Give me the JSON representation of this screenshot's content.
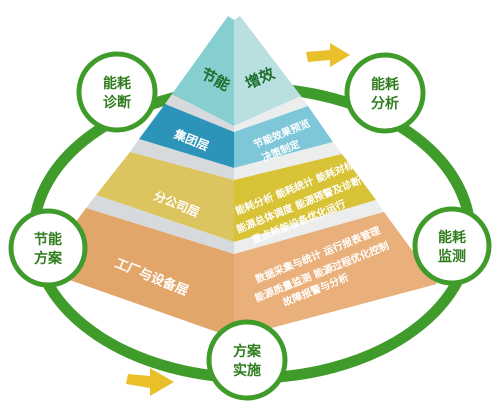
{
  "cycle_nodes": {
    "diagnosis": [
      "能耗",
      "诊断"
    ],
    "analysis": [
      "能耗",
      "分析"
    ],
    "plan": [
      "节能",
      "方案"
    ],
    "monitoring": [
      "能耗",
      "监测"
    ],
    "implementation": [
      "方案",
      "实施"
    ]
  },
  "pyramid": {
    "apex": {
      "left": "节能",
      "right": "增效"
    },
    "group": {
      "label": "集团层",
      "items": [
        "节能效果预览",
        "决策制定"
      ]
    },
    "branch": {
      "label": "分公司层",
      "items": [
        "能耗分析 能耗统计 能耗对标",
        "能源总体调度 能源预警及诊断",
        "重点耗能设备优化运行"
      ]
    },
    "plant": {
      "label": "工厂与设备层",
      "items": [
        "数据采集与统计 运行报表管理",
        "能源质量监测 能源过程优化控制",
        "故障报警与分析"
      ]
    }
  },
  "colors": {
    "ring": "#3f9b2a",
    "arrow": "#e9c02a",
    "apex_left": "#86cfd0",
    "apex_right": "#b9dfe0",
    "group_left": "#2c94b8",
    "group_right": "#7ec7d9",
    "branch_left": "#dcc55e",
    "branch_right": "#d8c235",
    "plant_left": "#e3a66a",
    "plant_right": "#eab07b",
    "separator_left": "#d7dadc",
    "separator_right": "#eceeee"
  }
}
